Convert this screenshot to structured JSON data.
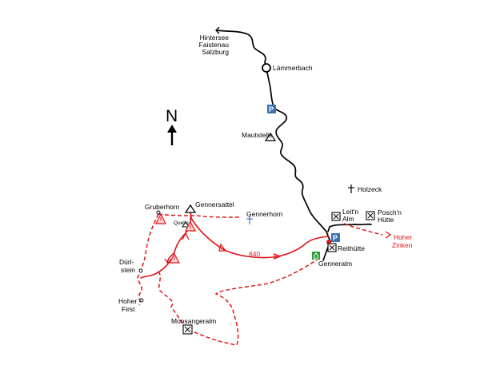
{
  "compass": {
    "letter": "N",
    "icon": "north-arrow-icon"
  },
  "colors": {
    "road": "#000000",
    "route": "#e0151a",
    "parking": "#3a6fb5",
    "info": "#2e9e3c",
    "warning_fill": "#ffd5d5"
  },
  "places": {
    "start_line1": "Hintersee",
    "start_line2": "Faistenau",
    "start_line3": "Salzburg",
    "laemmerbach": "Lämmerbach",
    "mautstelle": "Mautstelle",
    "holzeck": "Holzeck",
    "leitn_line1": "Leit'n",
    "leitn_line2": "Alm",
    "poschn_line1": "Posch'n",
    "poschn_line2": "Hütte",
    "hoher_zinken_line1": "Hoher",
    "hoher_zinken_line2": "Zinken",
    "reithuette": "Reithütte",
    "genneralm": "Genneralm",
    "gennersattel": "Gennersattel",
    "gruberhorn": "Gruberhorn",
    "gennerhorn": "Gennerhorn",
    "quelle": "Quelle",
    "route_number": "640",
    "duerlstein_line1": "Dürl-",
    "duerlstein_line2": "stein",
    "hoher_first_line1": "Hoher",
    "hoher_first_line2": "First",
    "moosangeralm": "Moosangeralm"
  },
  "parking_label": "P",
  "icons": {
    "parking": "parking-icon",
    "hut": "mountain-hut-icon",
    "info": "info-point-icon",
    "summit": "summit-cross-icon",
    "pass": "mountain-pass-icon",
    "warning": "warning-icon",
    "toll": "toll-station-icon",
    "village": "village-circle-icon"
  }
}
